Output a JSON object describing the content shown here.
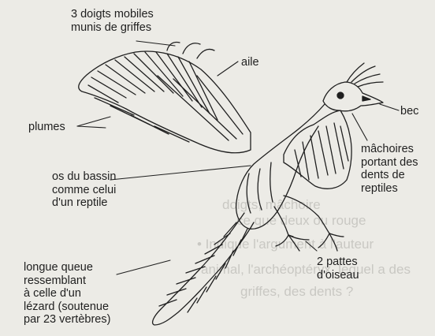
{
  "labels": {
    "doigts": "3 doigts mobiles\nmunis de griffes",
    "aile": "aile",
    "bec": "bec",
    "plumes": "plumes",
    "machoires": "mâchoires\nportant des\ndents de\nreptiles",
    "bassin": "os du bassin\ncomme celui\nd'un reptile",
    "pattes": "2 pattes\nd'oiseau",
    "queue": "longue queue\nressemblant\nà celle d'un\nlézard (soutenue\npar 23 vertèbres)"
  },
  "show_through_text": {
    "line1": "doigts, mâchoire",
    "line2": "ce que deux ou rouge",
    "line3": "• Indique l'argument à l'auteur",
    "line4": "animal, l'archéoptéryx, lequel a des",
    "line5": "griffes, des dents ?"
  },
  "colors": {
    "background": "#ecebe6",
    "ink": "#1f1f1f",
    "show_through": "#c9c8c3"
  }
}
